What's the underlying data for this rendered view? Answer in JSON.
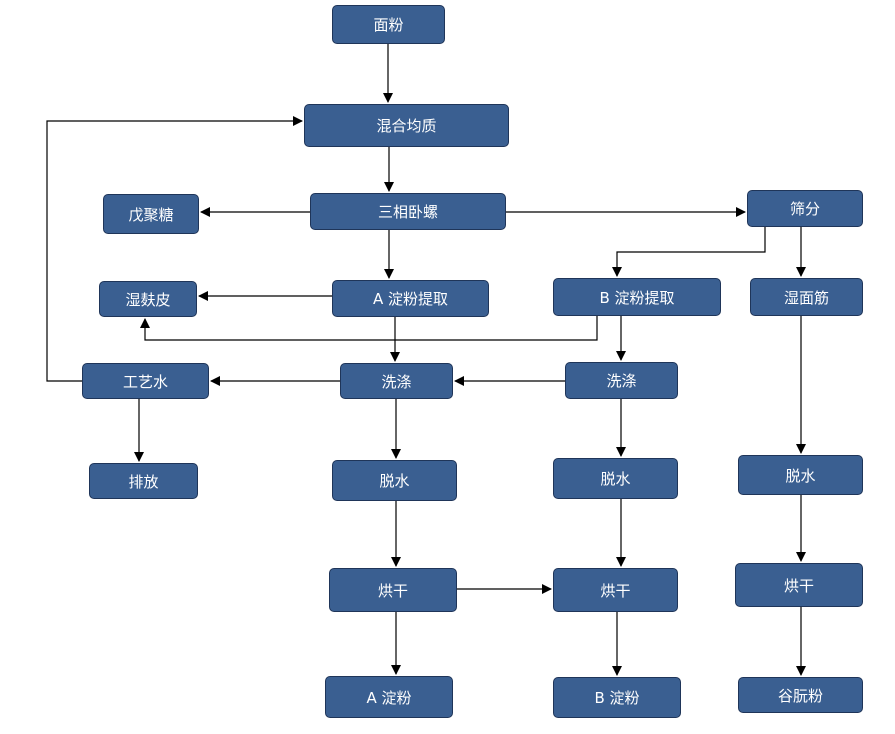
{
  "nodes": {
    "mianfen": "面粉",
    "hunhe": "混合均质",
    "sanxiang": "三相卧螺",
    "wujutang": "戊聚糖",
    "shaifen": "筛分",
    "shifupi": "湿麸皮",
    "a_tiqu": "A  淀粉提取",
    "b_tiqu": "B  淀粉提取",
    "shimianjin": "湿面筋",
    "gongyishui": "工艺水",
    "xidi_a": "洗涤",
    "xidi_b": "洗涤",
    "paifang": "排放",
    "tuoshui_a": "脱水",
    "tuoshui_b": "脱水",
    "tuoshui_c": "脱水",
    "honggan_a": "烘干",
    "honggan_b": "烘干",
    "honggan_c": "烘干",
    "a_dianfen": "A  淀粉",
    "b_dianfen": "B  淀粉",
    "guxifen": "谷朊粉"
  },
  "colors": {
    "node_fill": "#3a5f91",
    "node_border": "#1f3559",
    "node_text": "#ffffff",
    "edge": "#000000"
  }
}
